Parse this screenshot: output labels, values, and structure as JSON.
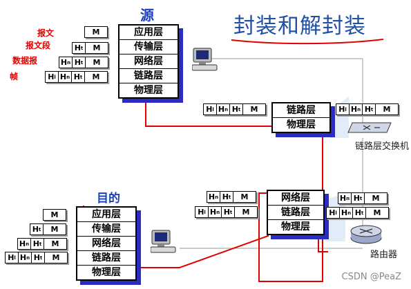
{
  "title": "封装和解封装",
  "source_label": "源",
  "dest_label": "目的",
  "pdu_labels": [
    "报文",
    "报文段",
    "数据报",
    "帧"
  ],
  "header_labels": {
    "app": "H",
    "app_sub": "t",
    "net": "H",
    "net_sub": "n",
    "link": "H",
    "link_sub": "l"
  },
  "message_label": "M",
  "source_stack": [
    "应用层",
    "传输层",
    "网络层",
    "链路层",
    "物理层"
  ],
  "dest_stack": [
    "应用层",
    "传输层",
    "网络层",
    "链路层",
    "物理层"
  ],
  "switch_stack": [
    "链路层",
    "物理层"
  ],
  "router_stack": [
    "网络层",
    "链路层",
    "物理层"
  ],
  "switch_label": "链路层交换机",
  "router_label": "路由器",
  "watermark": "CSDN @PeaZ",
  "colors": {
    "title": "#1f4fa8",
    "path": "#e00000",
    "shadow": "#2b2bbf",
    "pdu": "#e00000"
  }
}
